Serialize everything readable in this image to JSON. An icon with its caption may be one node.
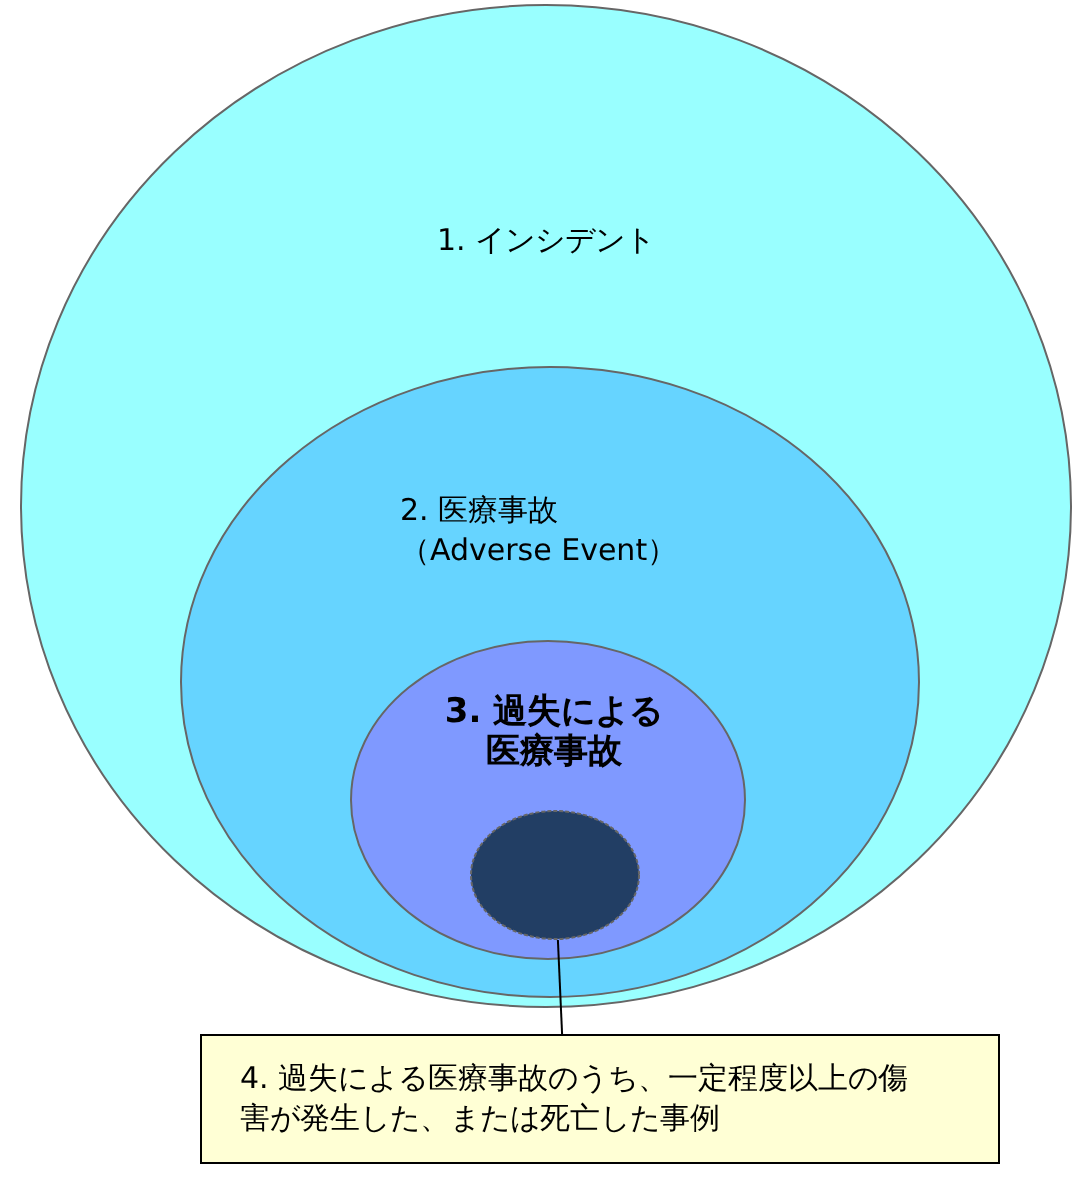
{
  "diagram": {
    "nodes": [
      {
        "text": [
          "1. インシデント"
        ]
      },
      {
        "text": [
          "2. 医療事故",
          "（Adverse Event）"
        ],
        "in": 0
      },
      {
        "text": [
          "3. 過失による医療事故"
        ],
        "in": 1
      },
      {
        "text": [],
        "shape": "circle",
        "in": 2
      },
      {
        "text": [
          "4. 過失による医療事故のうち、一定程度以上の傷害が発生した、または死亡した事例"
        ]
      }
    ],
    "edges": [
      {
        "from": 4,
        "to": 3,
        "arrow": "none"
      }
    ]
  }
}
